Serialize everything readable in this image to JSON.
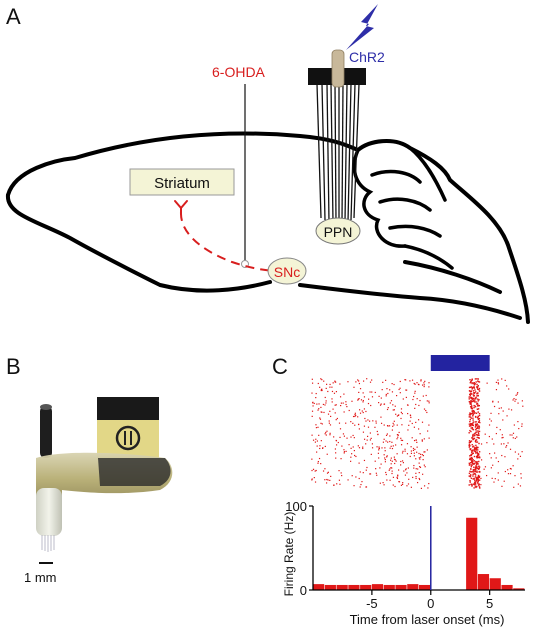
{
  "panels": {
    "a": {
      "letter": "A"
    },
    "b": {
      "letter": "B"
    },
    "c": {
      "letter": "C"
    }
  },
  "panel_a": {
    "injection_label": "6-OHDA",
    "opsin_label": "ChR2",
    "striatum_label": "Striatum",
    "snc_label": "SNc",
    "ppn_label": "PPN",
    "colors": {
      "lesion": "#d81e1e",
      "opsin": "#2e2ea8",
      "box_fill": "#f4f4d6",
      "ferrule": "#c8b89a"
    }
  },
  "panel_b": {
    "scale_bar_label": "1 mm",
    "photo": "photograph of implantable optrode device"
  },
  "panel_c": {
    "laser_bar_color": "#2323a0",
    "raster_color": "#e01818",
    "histogram_color": "#e01818",
    "onset_line_color": "#2323a0"
  },
  "chart_data": {
    "type": "bar",
    "xlabel": "Time from laser onset (ms)",
    "ylabel": "Firing Rate (Hz)",
    "xlim": [
      -10,
      8
    ],
    "ylim": [
      0,
      100
    ],
    "x_ticks": [
      -5,
      0,
      5
    ],
    "y_ticks": [
      0,
      100
    ],
    "bin_width": 1,
    "x": [
      -10,
      -9,
      -8,
      -7,
      -6,
      -5,
      -4,
      -3,
      -2,
      -1,
      0,
      1,
      2,
      3,
      4,
      5,
      6,
      7
    ],
    "values": [
      7,
      6,
      6,
      6,
      6,
      7,
      6,
      6,
      7,
      6,
      0,
      0,
      0,
      86,
      19,
      14,
      6,
      2
    ],
    "laser_on": [
      0,
      5
    ],
    "grid": false
  }
}
